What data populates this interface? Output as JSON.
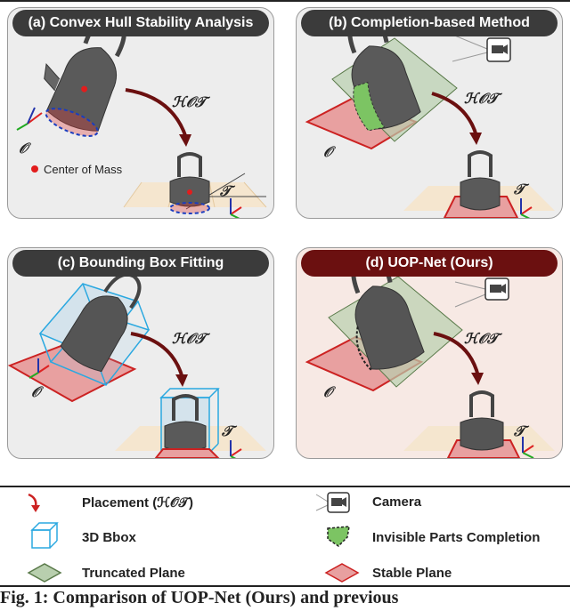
{
  "panels": [
    {
      "label": "(a) Convex Hull Stability Analysis",
      "origin": "𝒪",
      "target": "𝒯",
      "transform": "ℋ𝒪𝒯",
      "com_label": "Center of Mass"
    },
    {
      "label": "(b) Completion-based Method",
      "origin": "𝒪",
      "target": "𝒯",
      "transform": "ℋ𝒪𝒯"
    },
    {
      "label": "(c) Bounding Box Fitting",
      "origin": "𝒪",
      "target": "𝒯",
      "transform": "ℋ𝒪𝒯"
    },
    {
      "label": "(d) UOP-Net (Ours)",
      "origin": "𝒪",
      "target": "𝒯",
      "transform": "ℋ𝒪𝒯"
    }
  ],
  "legend": [
    {
      "label": "Placement (ℋ𝒪𝒯)",
      "icon": "placement-arrow-icon"
    },
    {
      "label": "Camera",
      "icon": "camera-icon"
    },
    {
      "label": "3D Bbox",
      "icon": "bbox-cube-icon"
    },
    {
      "label": "Invisible Parts Completion",
      "icon": "completion-icon"
    },
    {
      "label": "Truncated Plane",
      "icon": "truncated-plane-icon"
    },
    {
      "label": "Stable Plane",
      "icon": "stable-plane-icon"
    }
  ],
  "caption": "Fig. 1:  Comparison of UOP-Net (Ours) and previous",
  "colors": {
    "title_dark": "#3b3b3b",
    "title_highlight": "#6b1010",
    "arrow": "#6b1010",
    "stable_plane": "#e8a0a0",
    "truncated_plane": "#b8cfae",
    "bbox": "#2aa8e0"
  }
}
